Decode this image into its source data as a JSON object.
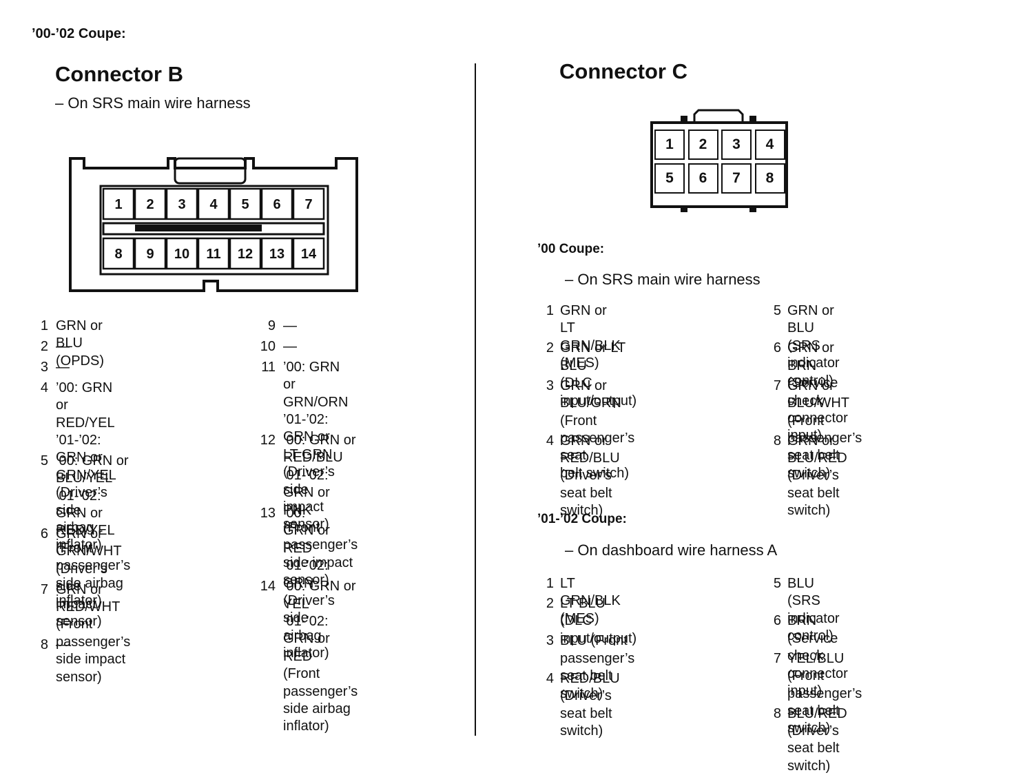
{
  "page_header": "’00-’02 Coupe:",
  "connector_b": {
    "title": "Connector B",
    "location": "– On SRS main wire harness",
    "pin_numbers_top": [
      "1",
      "2",
      "3",
      "4",
      "5",
      "6",
      "7"
    ],
    "pin_numbers_bottom": [
      "8",
      "9",
      "10",
      "11",
      "12",
      "13",
      "14"
    ],
    "pins_left": [
      {
        "num": "1",
        "text": "GRN or BLU (OPDS)"
      },
      {
        "num": "2",
        "text": "—"
      },
      {
        "num": "3",
        "text": "—"
      },
      {
        "num": "4",
        "text": "’00: GRN or RED/YEL\n’01-’02: GRN or GRN/YEL\n(Driver’s side airbag\ninflator)"
      },
      {
        "num": "5",
        "text": "’00: GRN or BLU/YEL\n’01-’02: GRN or RED/YEL\n(Front passenger’s\nside airbag inflator)"
      },
      {
        "num": "6",
        "text": "GRN or GRN/WHT\n(Driver’s side impact\nsensor)"
      },
      {
        "num": "7",
        "text": "GRN or RED/WHT\n(Front passenger’s\nside impact sensor)"
      },
      {
        "num": "8",
        "text": "—"
      }
    ],
    "pins_right": [
      {
        "num": "9",
        "text": "—"
      },
      {
        "num": "10",
        "text": "—"
      },
      {
        "num": "11",
        "text": "’00: GRN or GRN/ORN\n’01-’02: GRN or LT GRN\n(Driver’s side impact\nsensor)"
      },
      {
        "num": "12",
        "text": "’00: GRN or RED/BLU\n’01-’02: GRN or PNK\n(Front passenger’s\nside impact sensor)"
      },
      {
        "num": "13",
        "text": "’00: GRN or RED\n’01-’02: GRN\n(Driver’s side airbag\ninflator)"
      },
      {
        "num": "14",
        "text": "’00: GRN or YEL\n’01-’02: GRN or RED\n(Front passenger’s\nside airbag inflator)"
      }
    ]
  },
  "connector_c": {
    "title": "Connector C",
    "pin_numbers": [
      "1",
      "2",
      "3",
      "4",
      "5",
      "6",
      "7",
      "8"
    ],
    "coupe_00": {
      "label": "’00 Coupe:",
      "location": "– On SRS main wire harness",
      "pins_left": [
        {
          "num": "1",
          "text": "GRN or LT GRN/BLK\n(MES)"
        },
        {
          "num": "2",
          "text": "GRN or LT BLU\n(DLC input/output)"
        },
        {
          "num": "3",
          "text": "GRN or BLU/GRN\n(Front passenger’s seat\nbelt switch)"
        },
        {
          "num": "4",
          "text": "GRN or RED/BLU\n(Driver’s seat belt\nswitch)"
        }
      ],
      "pins_right": [
        {
          "num": "5",
          "text": "GRN or BLU\n(SRS indicator control)"
        },
        {
          "num": "6",
          "text": "GRN or BRN (Service\ncheck connector input)"
        },
        {
          "num": "7",
          "text": "GRN or BLU/WHT\n(Front passenger’s\nseat belt switch)"
        },
        {
          "num": "8",
          "text": "GRN or BLU/RED\n(Driver’s seat belt\nswitch)"
        }
      ]
    },
    "coupe_01_02": {
      "label": "’01-’02 Coupe:",
      "location": "– On dashboard wire harness A",
      "pins_left": [
        {
          "num": "1",
          "text": "LT GRN/BLK (MES)"
        },
        {
          "num": "2",
          "text": "LT BLU\n(DLC input/output)"
        },
        {
          "num": "3",
          "text": "BLU (Front passenger’s\nseat belt switch)"
        },
        {
          "num": "4",
          "text": "RED/BLU (Driver’s\nseat belt switch)"
        }
      ],
      "pins_right": [
        {
          "num": "5",
          "text": "BLU\n(SRS indicator control)"
        },
        {
          "num": "6",
          "text": "BRN (Service check\nconnector input)"
        },
        {
          "num": "7",
          "text": "YEL/BLU\n(Front passenger’s\nseat belt switch)"
        },
        {
          "num": "8",
          "text": "BLU/RED (Driver’s\nseat belt switch)"
        }
      ]
    }
  }
}
